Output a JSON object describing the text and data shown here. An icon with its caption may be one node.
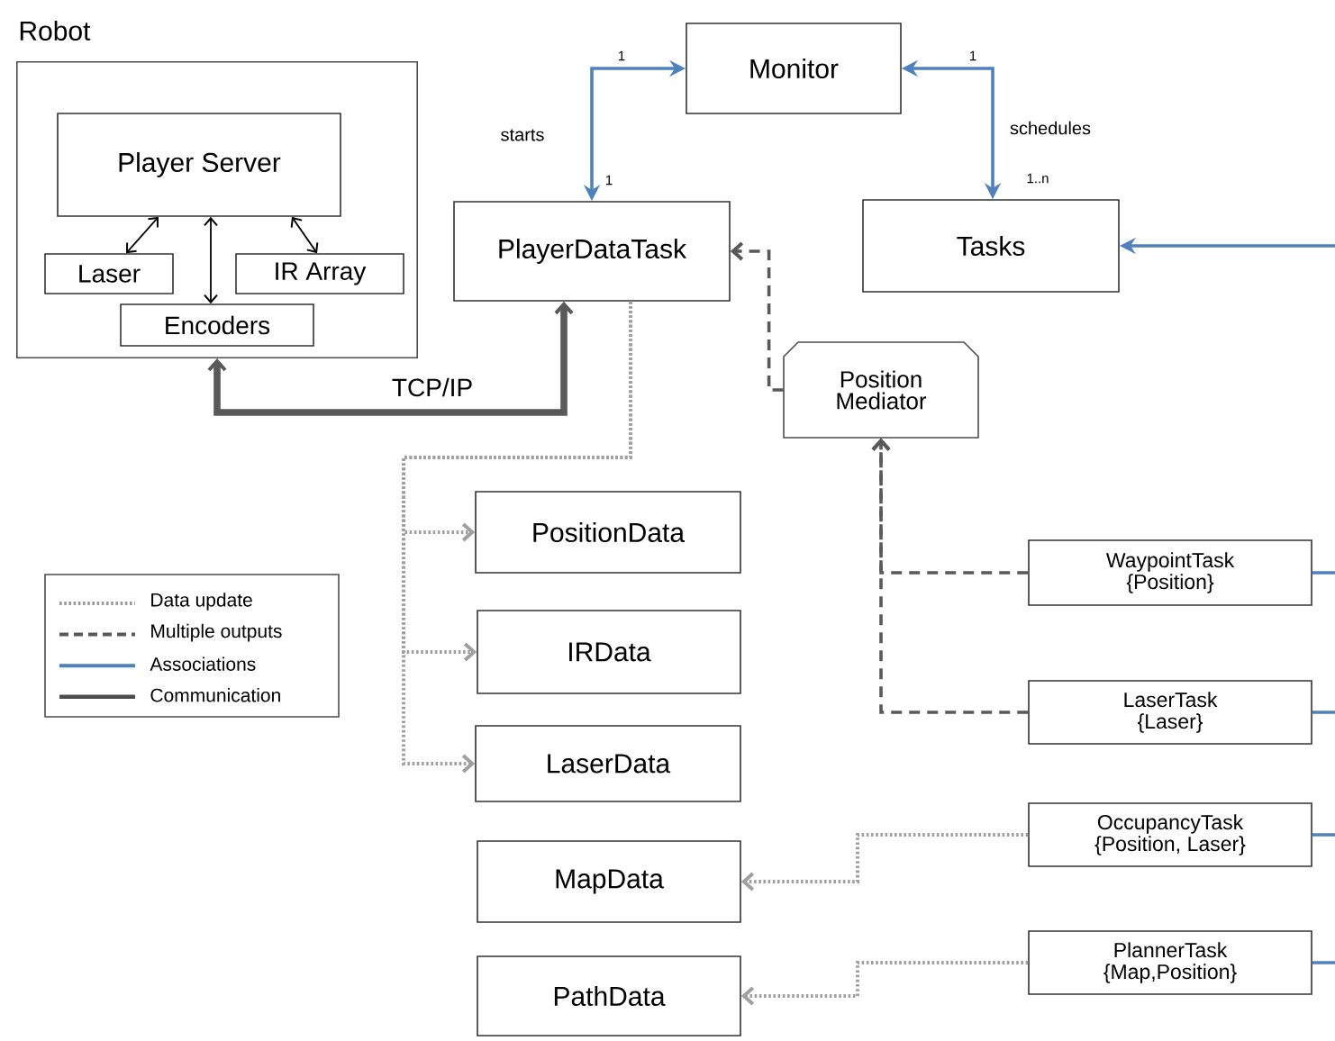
{
  "diagram": {
    "nodes": [
      {
        "text": [
          "Robot"
        ]
      },
      {
        "text": [
          "Player Server"
        ],
        "in": 0
      },
      {
        "text": [
          "Laser"
        ],
        "in": 0
      },
      {
        "text": [
          "IR Array"
        ],
        "in": 0
      },
      {
        "text": [
          "Encoders"
        ],
        "in": 0
      },
      {
        "text": [
          "Monitor"
        ]
      },
      {
        "text": [
          "PlayerDataTask"
        ]
      },
      {
        "text": [
          "Tasks"
        ]
      },
      {
        "text": [
          "Position Mediator"
        ]
      },
      {
        "text": [
          "PositionData"
        ]
      },
      {
        "text": [
          "IRData"
        ]
      },
      {
        "text": [
          "LaserData"
        ]
      },
      {
        "text": [
          "MapData"
        ]
      },
      {
        "text": [
          "PathData"
        ]
      },
      {
        "text": [
          "WaypointTask {Position}"
        ]
      },
      {
        "text": [
          "LaserTask {Laser}"
        ]
      },
      {
        "text": [
          "OccupancyTask {Position, Laser}"
        ]
      },
      {
        "text": [
          "PlannerTask {Map,Position}"
        ]
      }
    ],
    "edges": [
      {
        "from": 1,
        "to": 2,
        "arrow": "both",
        "color": "#000000"
      },
      {
        "from": 1,
        "to": 4,
        "arrow": "both",
        "color": "#000000"
      },
      {
        "from": 1,
        "to": 3,
        "arrow": "both",
        "color": "#000000"
      },
      {
        "from": 0,
        "to": 6,
        "arrow": "both",
        "label": "TCP/IP",
        "style": "thick",
        "color": "#595959"
      },
      {
        "from": 5,
        "to": 6,
        "arrow": "both",
        "label": "starts"
      },
      {
        "from": 5,
        "to": 7,
        "arrow": "both",
        "label": "schedules"
      },
      {
        "from": null,
        "to": 7,
        "arrow": "to"
      },
      {
        "from": 8,
        "to": 6,
        "arrow": "to",
        "style": "dashed",
        "color": "#595959"
      },
      {
        "from": 14,
        "to": 8,
        "arrow": "to",
        "style": "dashed",
        "color": "#595959"
      },
      {
        "from": 15,
        "to": 8,
        "arrow": "to",
        "style": "dashed",
        "color": "#595959"
      },
      {
        "from": 6,
        "to": 9,
        "arrow": "to",
        "style": "dashed",
        "color": "#a0a0a0"
      },
      {
        "from": 6,
        "to": 10,
        "arrow": "to",
        "style": "dashed",
        "color": "#a0a0a0"
      },
      {
        "from": 6,
        "to": 11,
        "arrow": "to",
        "style": "dashed",
        "color": "#a0a0a0"
      },
      {
        "from": 16,
        "to": 12,
        "arrow": "to",
        "style": "dashed",
        "color": "#a0a0a0"
      },
      {
        "from": 17,
        "to": 13,
        "arrow": "to",
        "style": "dashed",
        "color": "#a0a0a0"
      },
      {
        "from": 14,
        "to": null,
        "arrow": "none"
      },
      {
        "from": 15,
        "to": null,
        "arrow": "none"
      },
      {
        "from": 16,
        "to": null,
        "arrow": "none"
      },
      {
        "from": 17,
        "to": null,
        "arrow": "none"
      }
    ],
    "labels": [
      "1",
      "1",
      "1",
      "1..n"
    ],
    "legend": [
      {
        "text": "Data update"
      },
      {
        "text": "Multiple outputs"
      },
      {
        "text": "Associations"
      },
      {
        "text": "Communication"
      }
    ]
  }
}
